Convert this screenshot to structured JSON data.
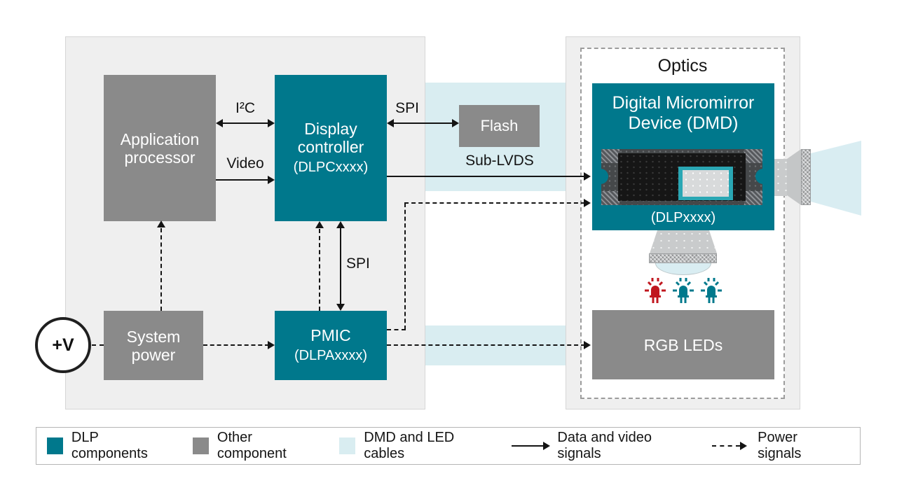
{
  "colors": {
    "dlp_teal": "#00788C",
    "other_gray": "#8A8A8A",
    "cable_blue": "#D9EDF1",
    "panel_gray": "#EFEFEF",
    "led_red": "#C0161E",
    "led_teal": "#00798C"
  },
  "power_source": {
    "label": "+V"
  },
  "left_panel": {
    "application_processor": {
      "line1": "Application",
      "line2": "processor"
    },
    "display_controller": {
      "line1": "Display",
      "line2": "controller",
      "part": "(DLPCxxxx)"
    },
    "system_power": {
      "line1": "System",
      "line2": "power"
    },
    "pmic": {
      "line1": "PMIC",
      "part": "(DLPAxxxx)"
    },
    "i2c_label": "I²C",
    "video_label": "Video",
    "spi_label": "SPI"
  },
  "middle": {
    "flash": {
      "label": "Flash"
    },
    "spi_label": "SPI",
    "sub_lvds_label": "Sub-LVDS"
  },
  "optics_panel": {
    "title": "Optics",
    "dmd": {
      "line1": "Digital Micromirror",
      "line2": "Device (DMD)",
      "part": "(DLPxxxx)"
    },
    "rgb_leds": {
      "label": "RGB LEDs"
    }
  },
  "legend": {
    "items": [
      {
        "label": "DLP components",
        "swatch": "teal"
      },
      {
        "label": "Other component",
        "swatch": "gray"
      },
      {
        "label": "DMD and LED cables",
        "swatch": "lightblue"
      },
      {
        "label": "Data and video signals",
        "swatch": "arrow-solid"
      },
      {
        "label": "Power signals",
        "swatch": "arrow-dashed"
      }
    ]
  }
}
